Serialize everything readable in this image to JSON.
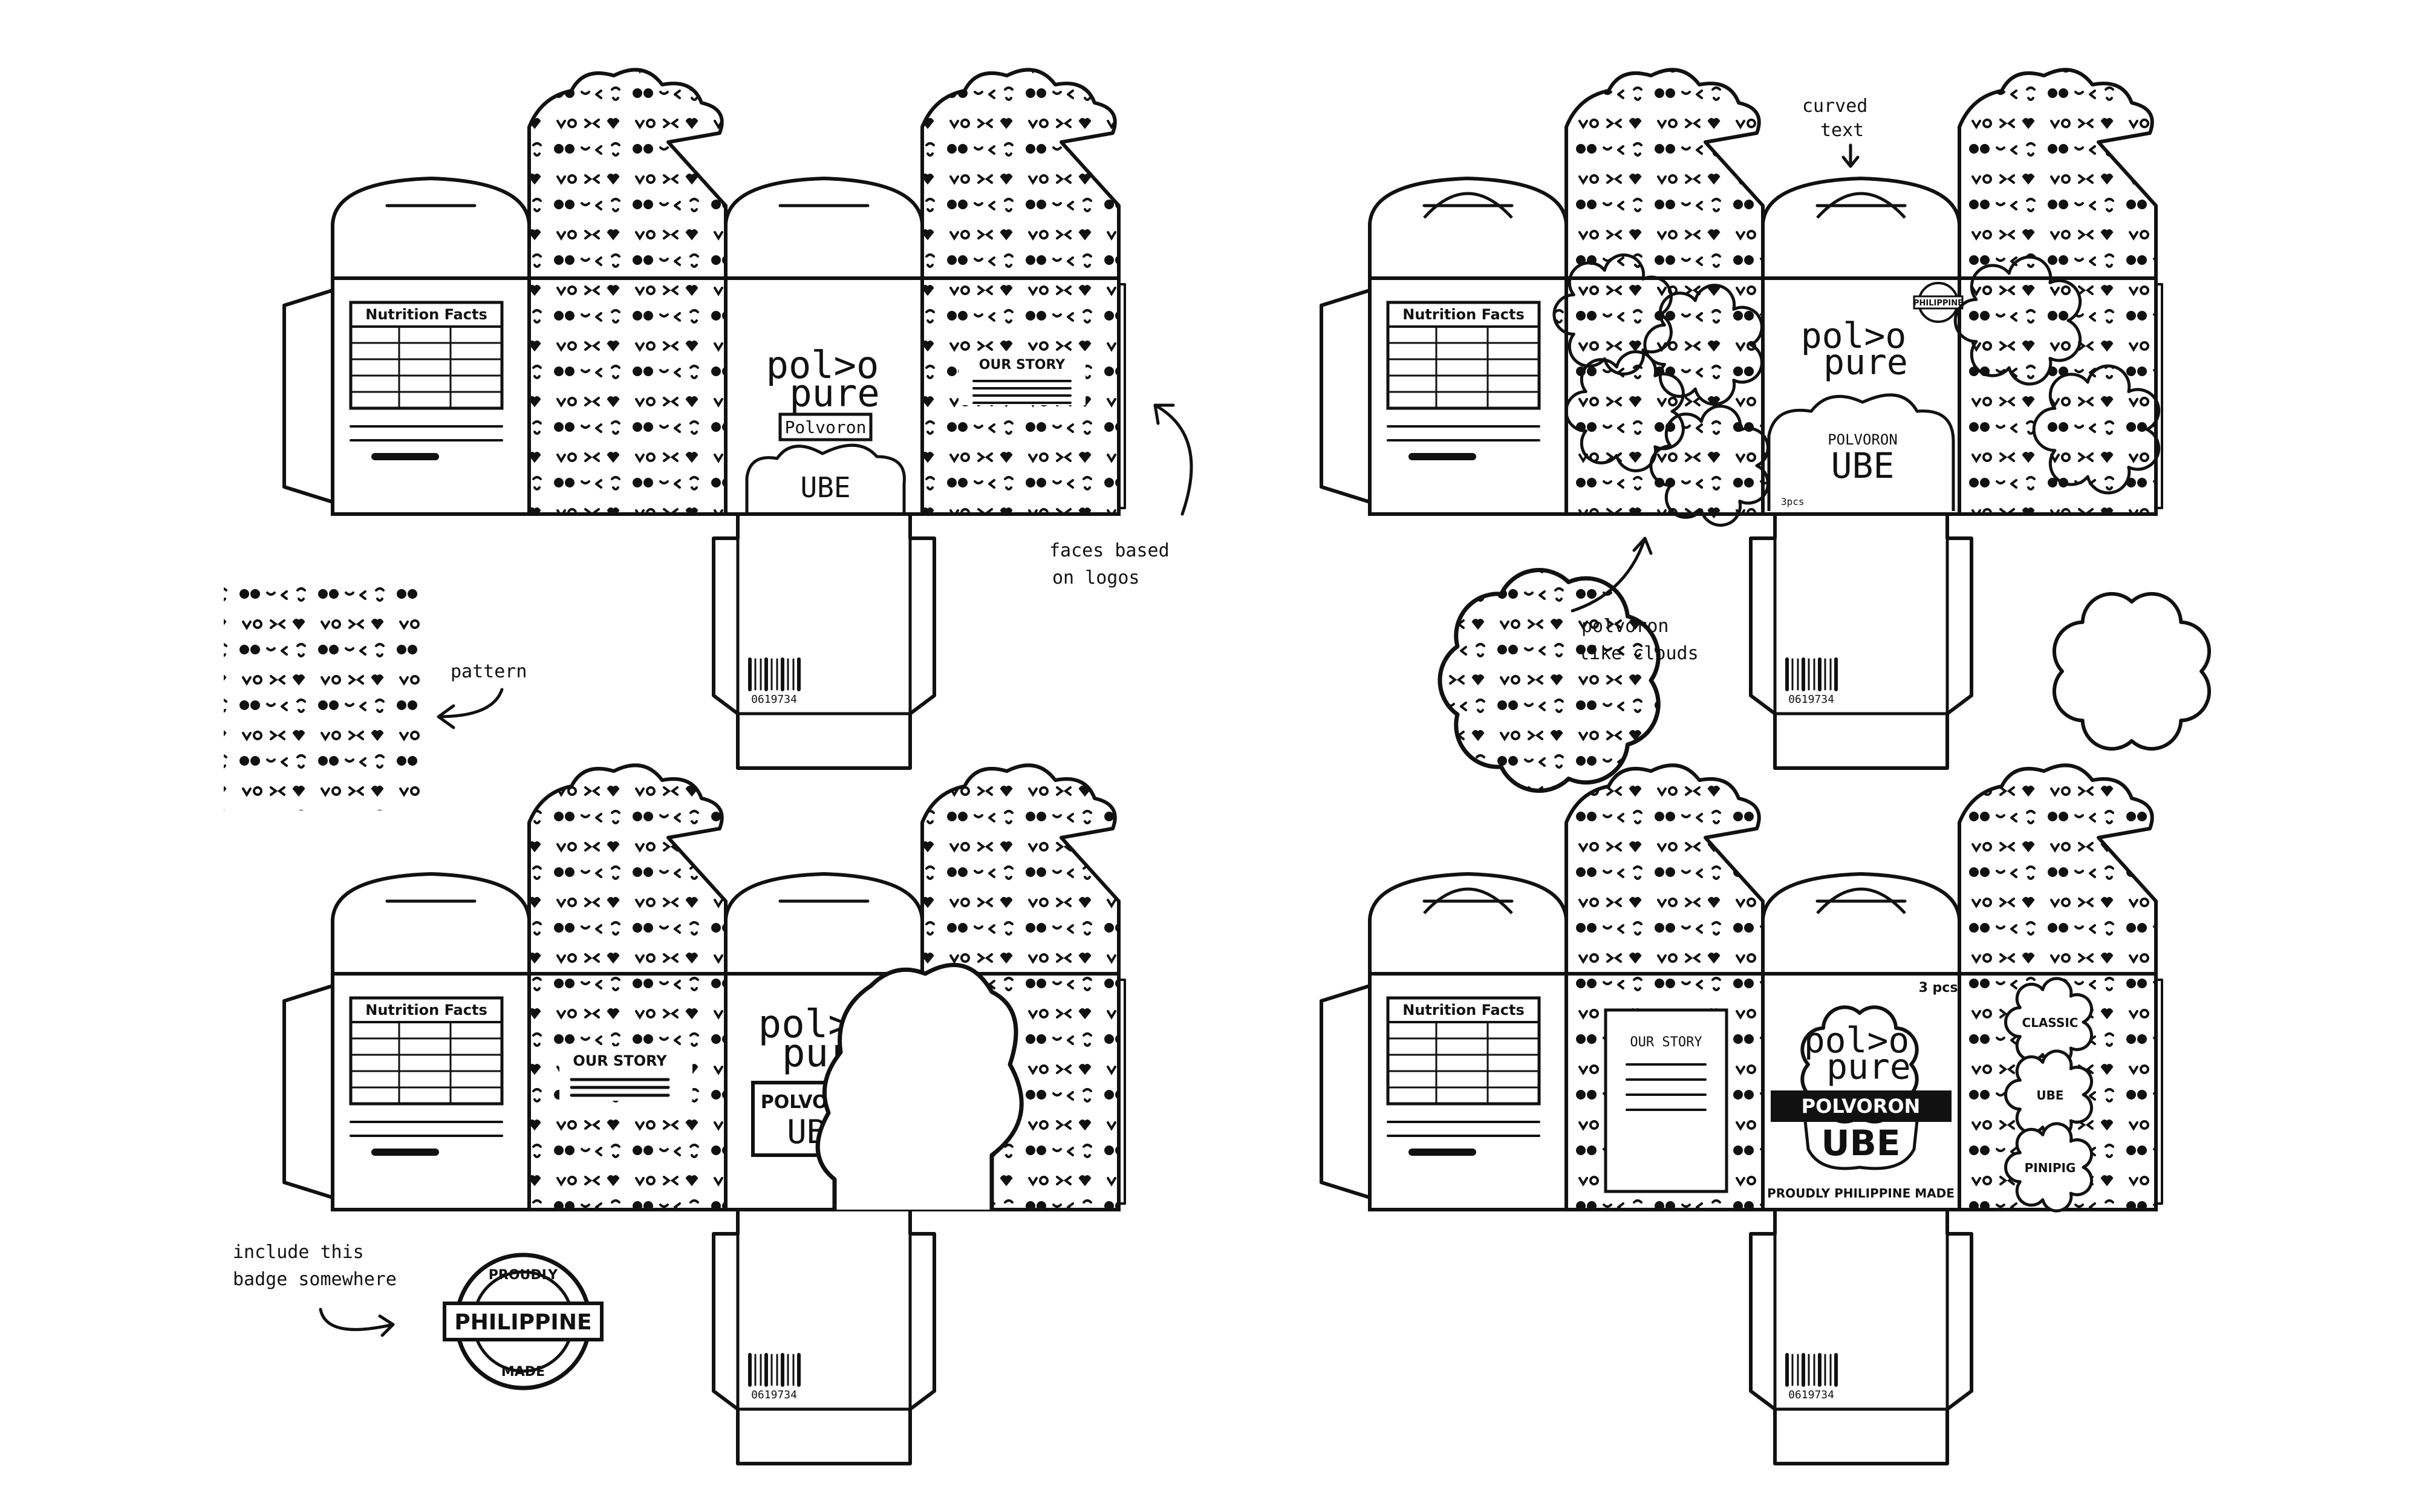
{
  "colors": {
    "ink": "#111111",
    "paper": "#ffffff",
    "line": "#444444"
  },
  "panel_1": {
    "nutrition_title": "Nutrition Facts",
    "brand_line1": "pol>o",
    "brand_line2": "pure",
    "product_label": "Polvoron",
    "flavor": "UBE",
    "story_title": "OUR STORY",
    "barcode_number": "0619734"
  },
  "panel_2": {
    "nutrition_title": "Nutrition Facts",
    "badge_text": "PHILIPPINE",
    "brand_line1": "pol>o",
    "brand_line2": "pure",
    "product_label": "POLVORON",
    "flavor": "UBE",
    "count": "3pcs",
    "barcode_number": "0619734"
  },
  "panel_3": {
    "nutrition_title": "Nutrition Facts",
    "story_title": "OUR STORY",
    "brand_line1": "pol>o",
    "brand_line2": "pure",
    "product_label": "POLVORON",
    "flavor": "UBE",
    "barcode_number": "0619734"
  },
  "panel_4": {
    "nutrition_title": "Nutrition Facts",
    "story_title": "OUR STORY",
    "count": "3 pcs",
    "brand_line1": "pol>o",
    "brand_line2": "pure",
    "product_label": "POLVORON",
    "flavor": "UBE",
    "tagline": "PROUDLY PHILIPPINE MADE",
    "flavors": [
      "CLASSIC",
      "UBE",
      "PINIPIG"
    ],
    "barcode_number": "0619734"
  },
  "annotations": {
    "faces_line1": "faces based",
    "faces_line2": "on logos",
    "pattern": "pattern",
    "curved_line1": "curved",
    "curved_line2": "text",
    "clouds_line1": "polvoron",
    "clouds_line2": "like clouds",
    "badge_line1": "include this",
    "badge_line2": "badge somewhere"
  },
  "badge": {
    "top": "PROUDLY",
    "middle": "PHILIPPINE",
    "bottom": "MADE"
  }
}
